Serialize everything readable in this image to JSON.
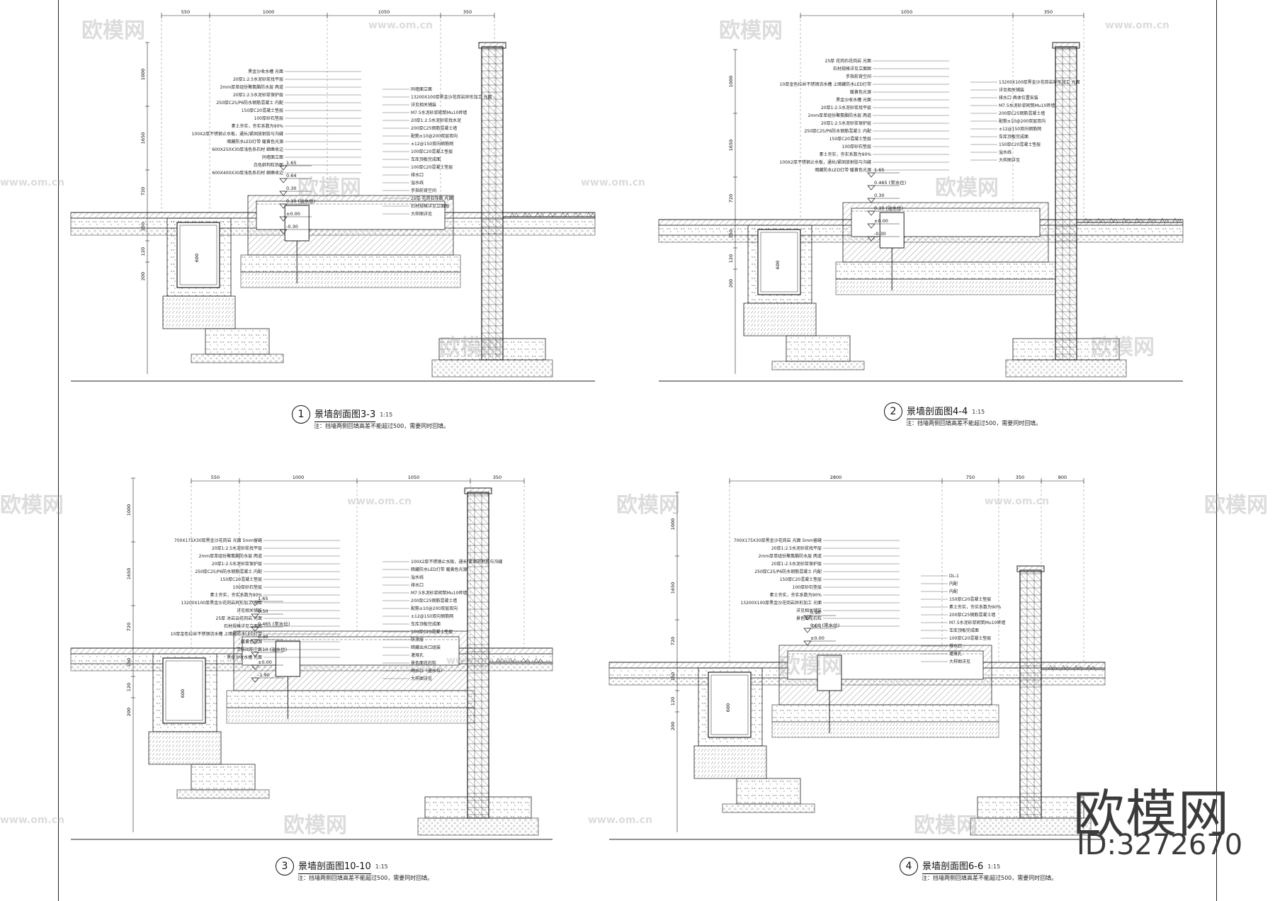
{
  "sections": [
    {
      "id": "s1",
      "num": "1",
      "title": "景墙剖面图3-3",
      "scale": "1:15",
      "note": "注：挡墙两侧回填高差不能超过500，需要同时回填。",
      "dims_top": [
        "550",
        "1000",
        "1050",
        "350"
      ],
      "labels": [
        "黑金沙收水槽 光面",
        "20厚1:2.5水泥砂浆找平层",
        "2mm厚单组份聚氨酯防水层 两道",
        "20厚1:2.5水泥砂浆保护层",
        "250厚C25/P6防水钢筋混凝土 内配",
        "150厚C20混凝土垫层",
        "100厚砂石垫层",
        "素土夯实，夯实系数为90%",
        "100X2厚不锈钢止水板，通长/紧固放射胶与沟缝",
        "暗藏防水LED灯带 暖黄色光源",
        "600X250X30厚浅色系石材 细凿收边",
        "同墙面立面",
        "白色蚌构粒饰面",
        "600X400X30厚浅色系石材 细凿收边",
        "同墙面立面",
        "13200X100厚黑金沙花岗岩异形加工 光面",
        "详见相关铺装",
        "M7.5水泥砂浆砌筑Mu10砖墙",
        "20厚1:2.5水泥砂浆找水泥",
        "200厚C25钢筋混凝土墙",
        "配筋±10@200双层双向",
        "±12@150双向钢筋网",
        "100厚C20混凝土垫层",
        "车库顶板完成面",
        "100厚C20混凝土垫层",
        "排水口",
        "溢水线",
        "手指前背空间",
        "25厚 花岗石饰面 光面",
        "石材规格详见立面图",
        "大样图详见"
      ],
      "levels": [
        "1.65",
        "0.64",
        "0.30",
        "0.10 (溢水位)",
        "±0.00",
        "-0.30"
      ]
    },
    {
      "id": "s2",
      "num": "2",
      "title": "景墙剖面图4-4",
      "scale": "1:15",
      "note": "注：挡墙两侧回填高差不能超过500，需要同时回填。",
      "dims_top": [
        "1050",
        "350"
      ],
      "labels": [
        "25厚 花岗石花岗岩 光面",
        "石材规格详见立面图",
        "手指前背空间",
        "10厚金色拉丝不锈钢流水槽 上暗藏防水LED灯带",
        "暖黄色光源",
        "黑金沙收水槽 光面",
        "20厚1:2.5水泥砂浆找平层",
        "2mm厚单组份聚氨酯防水层 两道",
        "20厚1:2.5水泥砂浆保护层",
        "250厚C25/P6防水钢筋混凝土 内配",
        "150厚C20混凝土垫层",
        "100厚砂石垫层",
        "素土夯实，夯实系数为90%",
        "100X2厚不锈钢止水板，通长/紧固放射胶与沟缝",
        "暗藏防水LED灯带 暖黄色光源",
        "13200X100厚黑金沙花岗岩异形加工 光面",
        "详见相关铺装",
        "排水口 具体位置安装",
        "M7.5水泥砂浆砌筑Mu10砖墙",
        "200厚C25钢筋混凝土墙",
        "配筋±10@200双层双向",
        "±12@150双向钢筋网",
        "车库顶板完成面",
        "150厚C20混凝土垫层",
        "溢水线",
        "大样图详见"
      ],
      "levels": [
        "1.65",
        "0.465 (常水位)",
        "0.30",
        "0.10 (溢水位)",
        "±0.00",
        "-0.30"
      ]
    },
    {
      "id": "s3",
      "num": "3",
      "title": "景墙剖面图10-10",
      "scale": "1:15",
      "note": "注：挡墙两侧回填高差不能超过500，需要同时回填。",
      "dims_top": [
        "550",
        "1000",
        "1050",
        "350"
      ],
      "labels": [
        "700X175X30厚黑金沙花岗岩 光面 5mm留缝",
        "20厚1:2.5水泥砂浆找平层",
        "2mm厚单组份聚氨酯防水层 两道",
        "20厚1:2.5水泥砂浆保护层",
        "250厚C25/P6防水钢筋混凝土 内配",
        "150厚C20混凝土垫层",
        "100厚砂石垫层",
        "素土夯实，夯实系数为90%",
        "13200X100厚黑金沙花岗岩异形加工 光面",
        "详见相关铺装",
        "25厚 冰岩云花岗岩 光面",
        "石材规格详见立面图",
        "10厚金色拉丝不锈钢流水槽 上暗藏防水LED灯带",
        "暖黄色光源",
        "三排固筋空间",
        "黑金沙收水槽 光面",
        "100X2厚不锈钢止水板，通长/紧固放射胶与沟缝",
        "暗藏防水LED灯带 暖黄色光源",
        "溢水线",
        "排水口",
        "M7.5水泥砂浆砌筑Mu10砖墙",
        "200厚C25钢筋混凝土墙",
        "配筋±10@200双层双向",
        "±12@150双向钢筋网",
        "车库顶板完成面",
        "100厚C20混凝土垫层",
        "防渗层",
        "暗藏出水口组装",
        "灌溉孔",
        "景色面花石粒",
        "雨水口（盖水位）",
        "大样图详见"
      ],
      "levels": [
        "1.65",
        "0.50",
        "0.465 (常水位)",
        "0.30",
        "0.10 (溢水位)",
        "±0.00",
        "-1.90"
      ]
    },
    {
      "id": "s4",
      "num": "4",
      "title": "景墙剖面图6-6",
      "scale": "1:15",
      "note": "注：挡墙两侧回填高差不能超过500，需要同时回填。",
      "dims_top": [
        "2800",
        "750",
        "350",
        "800"
      ],
      "labels": [
        "700X175X30厚黑金沙花岗岩 光面 5mm留缝",
        "20厚1:2.5水泥砂浆找平层",
        "2mm厚单组份聚氨酯防水层 两道",
        "20厚1:2.5水泥砂浆保护层",
        "250厚C25/P6防水钢筋混凝土 内配",
        "150厚C20混凝土垫层",
        "100厚砂石垫层",
        "素土夯实，夯实系数为90%",
        "13200X100厚黑金沙花岗岩异形加工 光面",
        "详见相关铺装",
        "景色面花石粒",
        "DL-1",
        "DL-1",
        "内配",
        "内配",
        "150厚C20混凝土垫层",
        "素土夯实，夯实系数为90%",
        "200厚C25钢筋混凝土墙",
        "M7.5水泥砂浆砌筑Mu10砖墙",
        "车库顶板完成面",
        "100厚C20混凝土垫层",
        "排水口",
        "灌溉孔",
        "大样图详见"
      ],
      "levels": [
        "0.90",
        "0.00 (常水位)",
        "±0.00"
      ]
    }
  ],
  "watermarks": {
    "brand": "欧模网",
    "site": "www.om.cn",
    "id_label": "ID:3272670"
  }
}
